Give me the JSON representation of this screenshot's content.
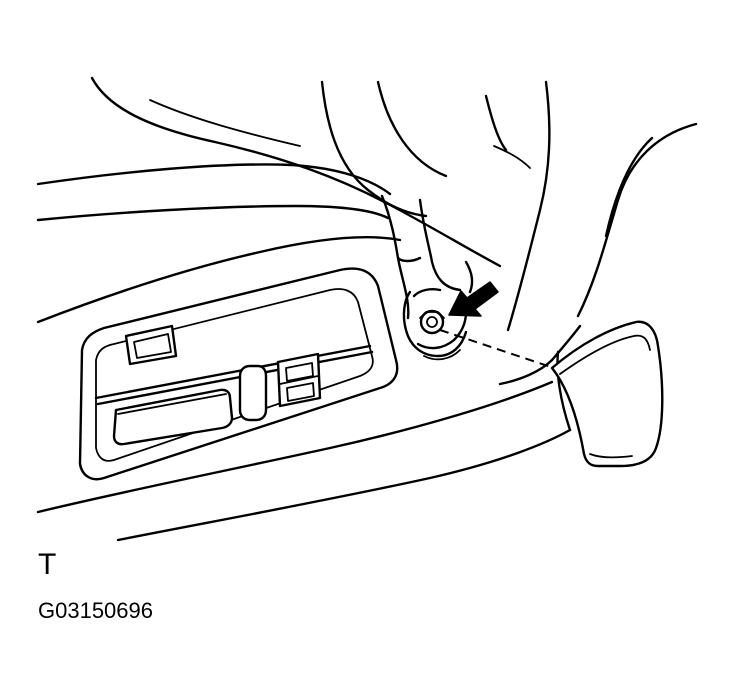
{
  "figure": {
    "view_letter": "T",
    "figure_id": "G03150696"
  },
  "parts": [
    {
      "name": "seat-cushion"
    },
    {
      "name": "seat-side-shield"
    },
    {
      "name": "power-seat-switch-panel"
    },
    {
      "name": "seat-back-hinge"
    },
    {
      "name": "mounting-bolt"
    },
    {
      "name": "recliner-hinge-cover"
    }
  ],
  "colors": {
    "ink": "#000000",
    "paper": "#ffffff"
  }
}
